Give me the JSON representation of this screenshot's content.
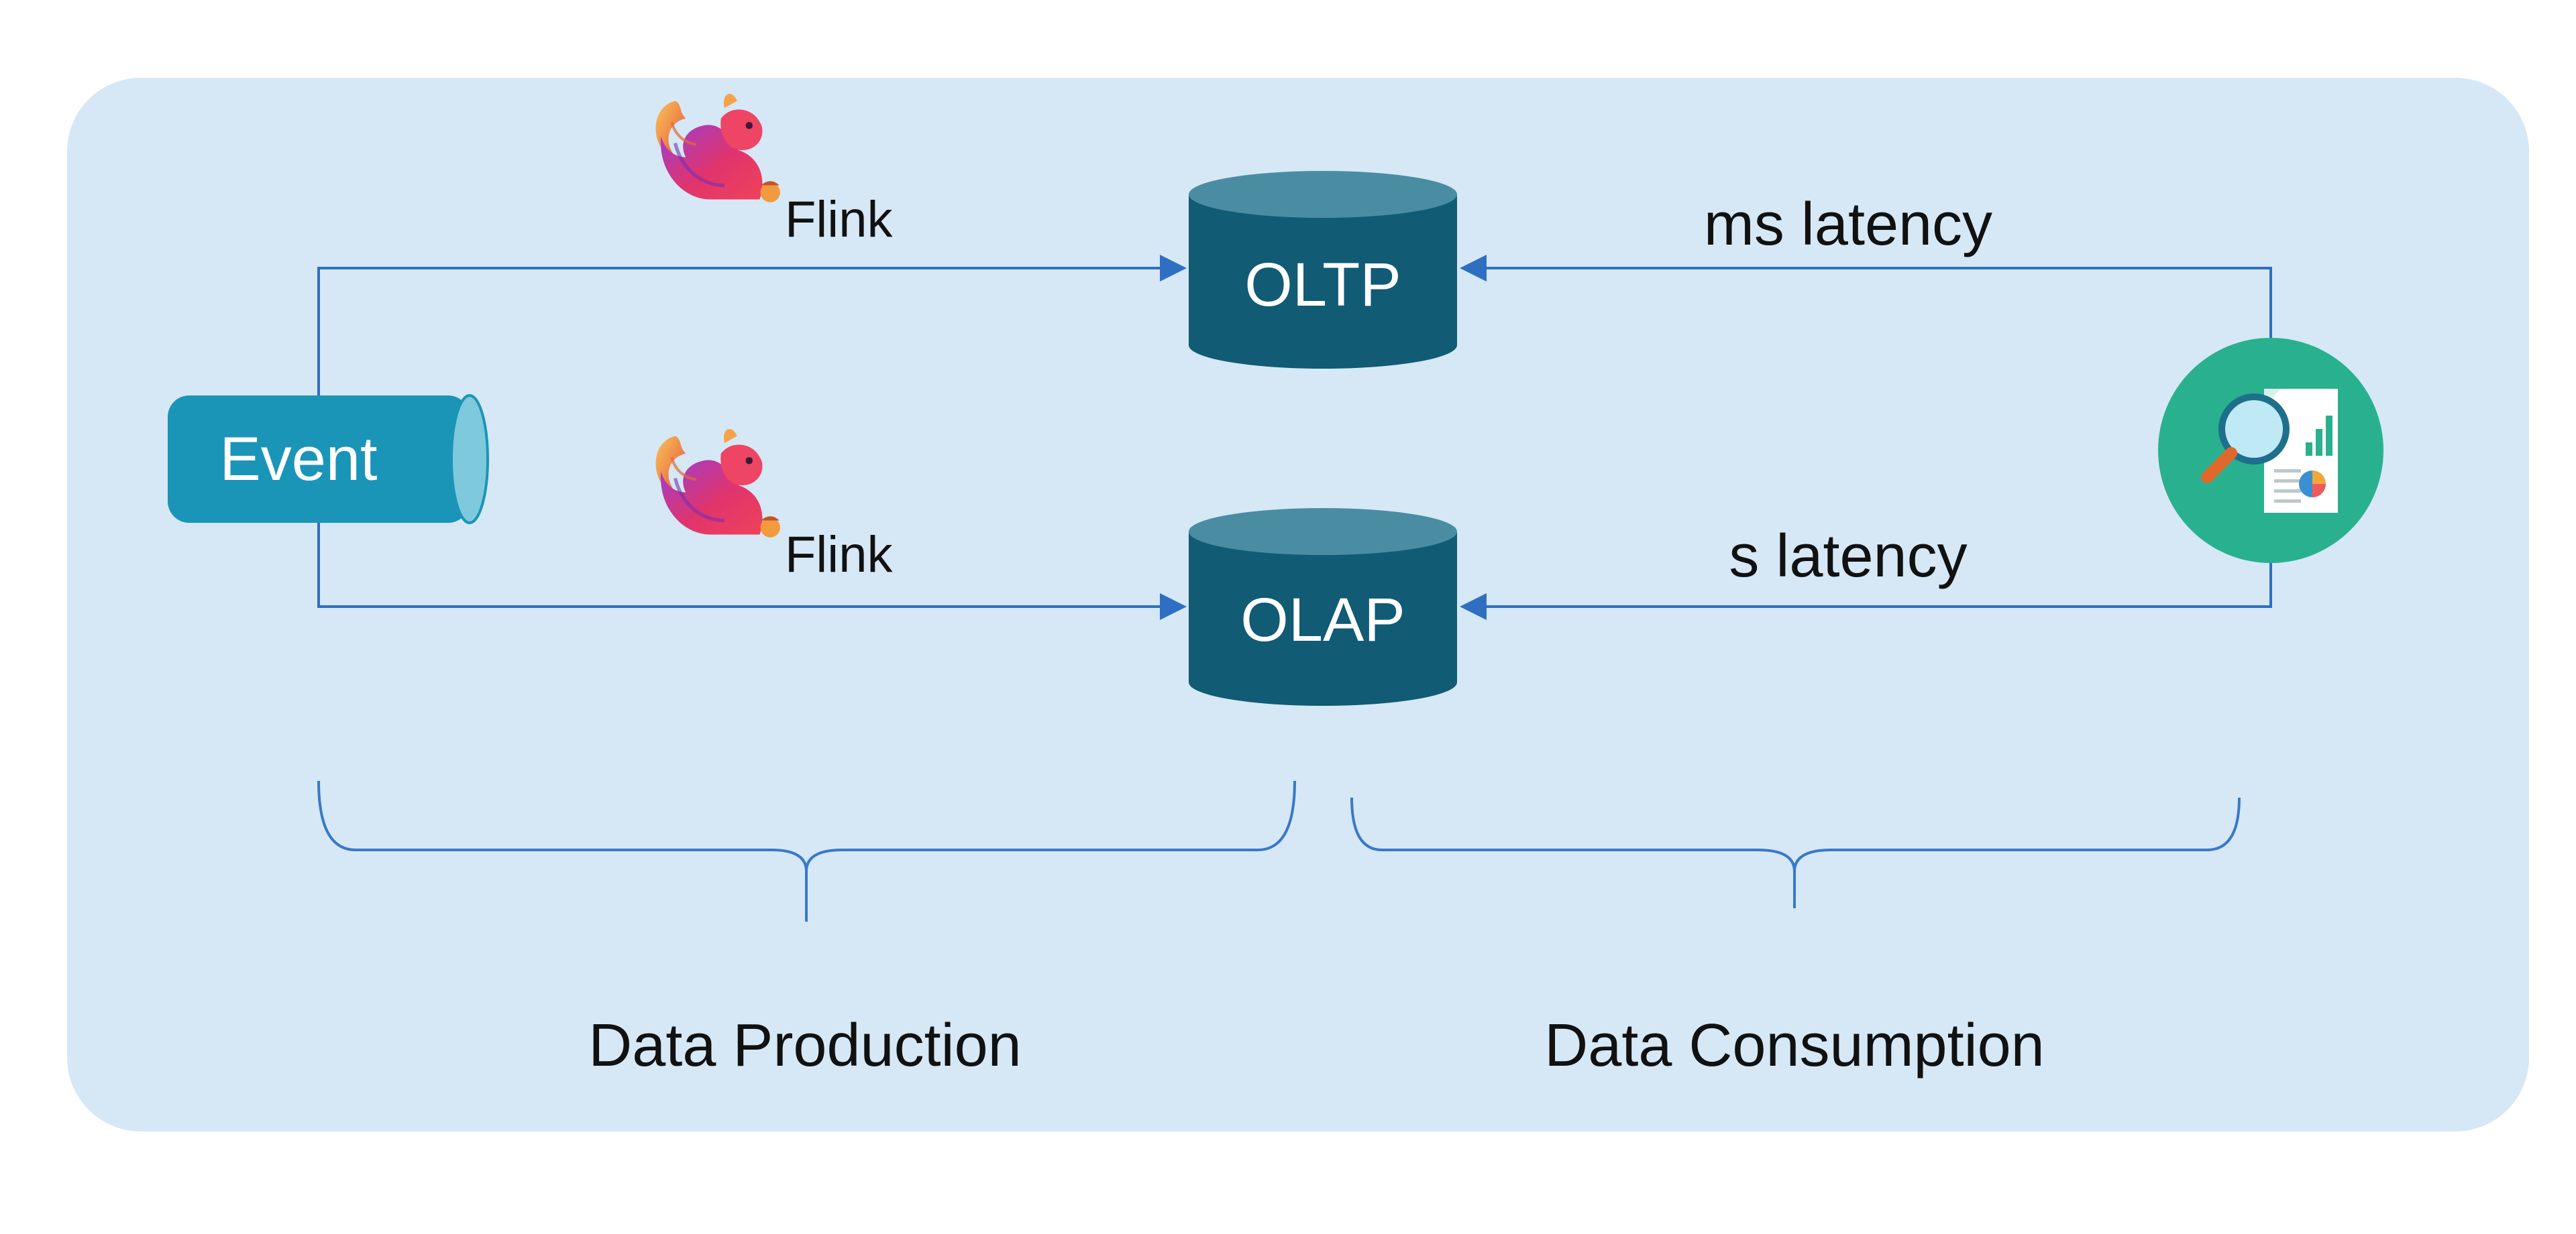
{
  "diagram": {
    "event_label": "Event",
    "oltp_label": "OLTP",
    "olap_label": "OLAP",
    "flink_top_label": "Flink",
    "flink_bottom_label": "Flink",
    "ms_latency_label": "ms latency",
    "s_latency_label": "s latency",
    "production_label": "Data Production",
    "consumption_label": "Data Consumption"
  },
  "colors": {
    "panel_bg": "#d6e8f5",
    "arrow": "#2f6fc1",
    "brace": "#3a78c9",
    "db_body": "#115b74",
    "db_top": "#4a8da3",
    "event_body": "#1a95b8",
    "event_cap": "#7fc9dd",
    "analytics_circle": "#29b18f"
  },
  "icons": {
    "flink": "flink-squirrel-icon",
    "analytics": "analytics-report-icon"
  }
}
